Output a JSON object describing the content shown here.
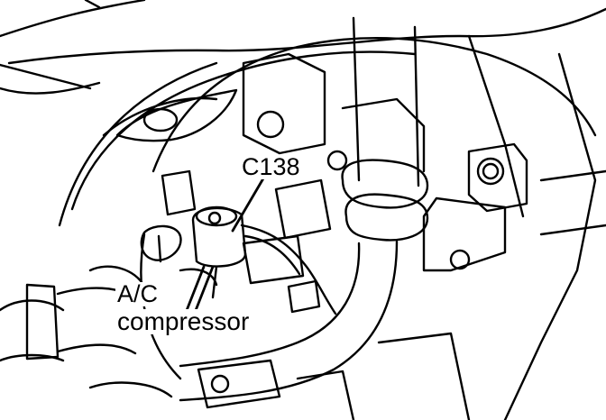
{
  "labels": {
    "connector": "C138",
    "component_line1": "A/C",
    "component_line2": "compressor"
  },
  "colors": {
    "ink": "#000000",
    "paper": "#ffffff"
  }
}
